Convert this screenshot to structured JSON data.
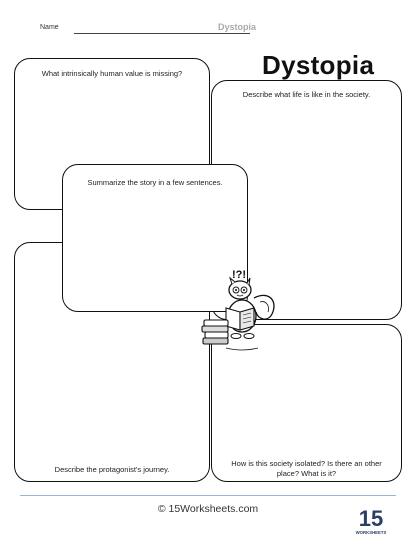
{
  "header": {
    "name_label": "Name",
    "topic": "Dystopia"
  },
  "title": "Dystopia",
  "boxes": {
    "missing_value": "What intrinsically human value is missing?",
    "life_in_society": "Describe what life is like in the society.",
    "summary": "Summarize the story in a few sentences.",
    "journey": "Describe the protagonist's journey.",
    "isolation": "How is this society isolated? Is there an other place? What is it?"
  },
  "mascot": {
    "exclaim": "!?!"
  },
  "footer": {
    "copyright": "© 15Worksheets.com",
    "logo_number": "15",
    "logo_word": "WORKSHEETS"
  }
}
